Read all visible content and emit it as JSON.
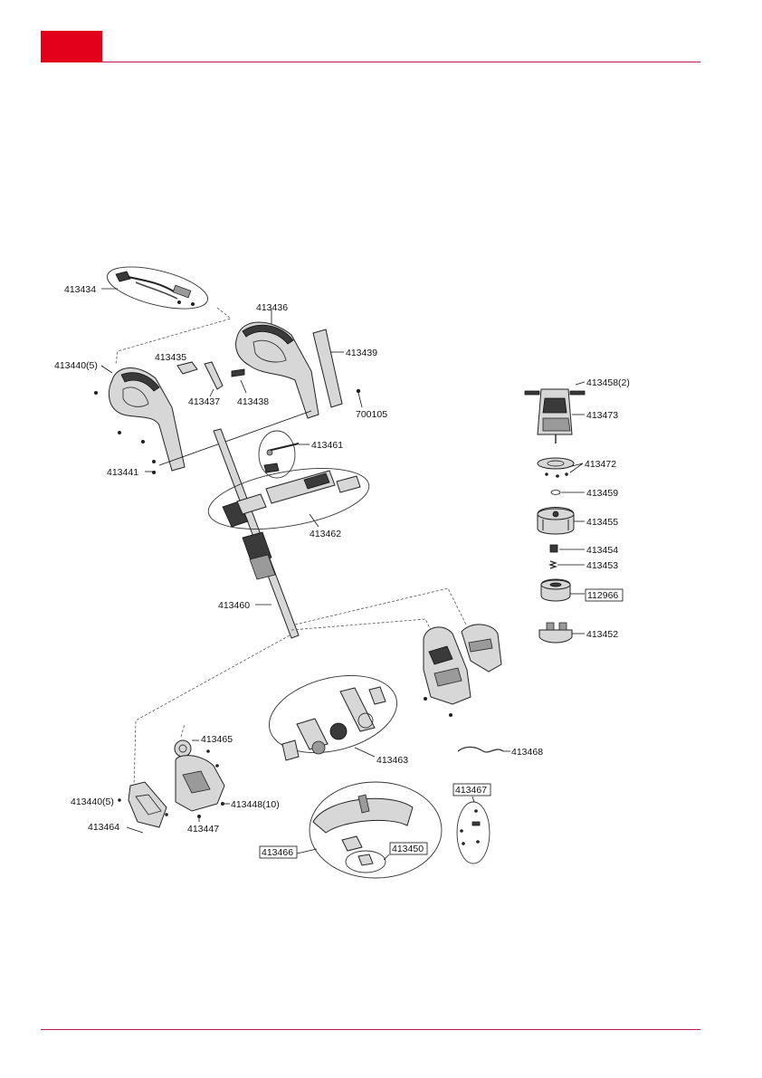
{
  "header": {
    "accent_color": "#e2001a",
    "rule_color": "#c2185b"
  },
  "callouts": {
    "p413434": "413434",
    "p413436": "413436",
    "p413439": "413439",
    "p413435": "413435",
    "p413440_top": "413440(5)",
    "p413437": "413437",
    "p413438": "413438",
    "p700105": "700105",
    "p413461": "413461",
    "p413441": "413441",
    "p413462": "413462",
    "p413460": "413460",
    "p413458": "413458(2)",
    "p413473": "413473",
    "p413472": "413472",
    "p413459": "413459",
    "p413455": "413455",
    "p413454": "413454",
    "p413453": "413453",
    "p112966": "112966",
    "p413452": "413452",
    "p413465": "413465",
    "p413463": "413463",
    "p413468": "413468",
    "p413440_bottom": "413440(5)",
    "p413448": "413448(10)",
    "p413464": "413464",
    "p413447": "413447",
    "p413467": "413467",
    "p413466": "413466",
    "p413450": "413450"
  }
}
